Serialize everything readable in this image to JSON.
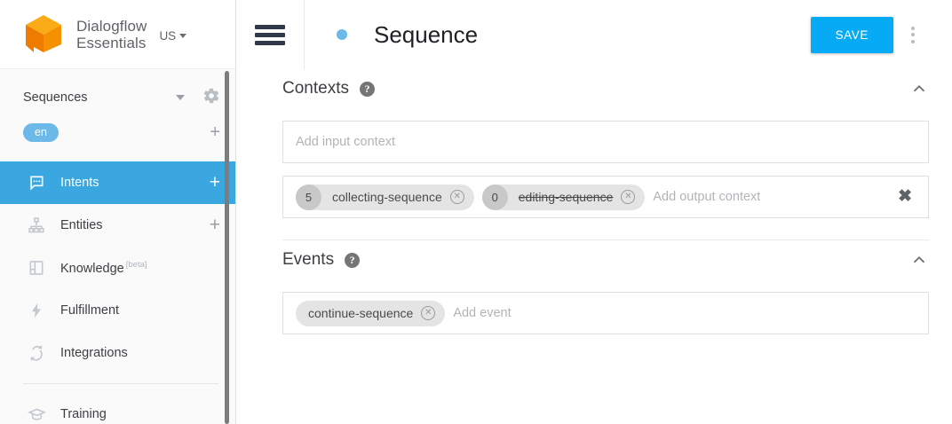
{
  "sidebar": {
    "brand": {
      "line1": "Dialogflow",
      "line2": "Essentials",
      "logo_icon": "dialogflow-cube-logo",
      "region": "US",
      "region_caret_icon": "caret-down-icon"
    },
    "agent": {
      "name": "Sequences",
      "caret_icon": "caret-down-icon",
      "settings_icon": "gear-icon"
    },
    "language": {
      "chip": "en",
      "add_icon": "plus-icon"
    },
    "items": [
      {
        "label": "Intents",
        "icon": "chat-bubble-icon",
        "active": true,
        "action_icon": "plus-icon",
        "action": "+"
      },
      {
        "label": "Entities",
        "icon": "sitemap-icon",
        "active": false,
        "action_icon": "plus-icon",
        "action": "+"
      },
      {
        "label": "Knowledge",
        "badge": "[beta]",
        "icon": "book-icon",
        "active": false
      },
      {
        "label": "Fulfillment",
        "icon": "lightning-bolt-icon",
        "active": false
      },
      {
        "label": "Integrations",
        "icon": "sync-arrows-icon",
        "active": false
      },
      {
        "label": "Training",
        "icon": "graduation-cap-icon",
        "active": false
      }
    ]
  },
  "topbar": {
    "menu_icon": "hamburger-menu-icon",
    "status_dot": "blue-status-dot",
    "title": "Sequence",
    "save_label": "SAVE",
    "more_icon": "kebab-menu-icon"
  },
  "contexts": {
    "title": "Contexts",
    "help_icon": "help-circle-icon",
    "collapse_icon": "chevron-up-icon",
    "input": {
      "placeholder": "Add input context",
      "value": ""
    },
    "output": {
      "placeholder": "Add output context",
      "clear_icon": "close-x-icon",
      "chips": [
        {
          "lifespan": "5",
          "label": "collecting-sequence",
          "struck": false,
          "remove_icon": "remove-circle-icon"
        },
        {
          "lifespan": "0",
          "label": "editing-sequence",
          "struck": true,
          "remove_icon": "remove-circle-icon"
        }
      ]
    }
  },
  "events": {
    "title": "Events",
    "help_icon": "help-circle-icon",
    "collapse_icon": "chevron-up-icon",
    "placeholder": "Add event",
    "chips": [
      {
        "label": "continue-sequence",
        "remove_icon": "remove-circle-icon"
      }
    ]
  },
  "colors": {
    "accent": "#3ba7e0",
    "save": "#07abf5",
    "chip_pill": "#6cb8e8",
    "logo_orange": "#f08c00"
  }
}
